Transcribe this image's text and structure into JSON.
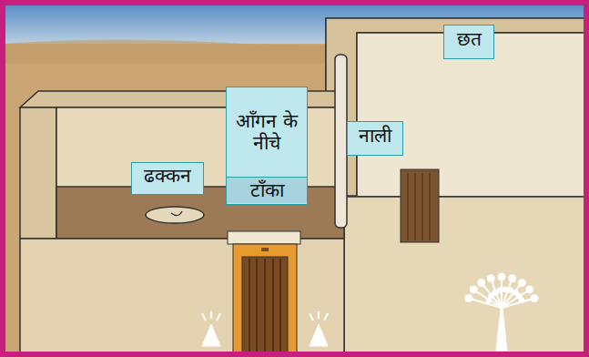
{
  "diagram": {
    "nodes": [
      {
        "text": [
          "छत"
        ]
      },
      {
        "text": [
          "नाली"
        ]
      },
      {
        "text": [
          "आँगन के नीचे",
          "टाँका"
        ]
      },
      {
        "text": [
          "ढक्कन"
        ]
      }
    ]
  }
}
